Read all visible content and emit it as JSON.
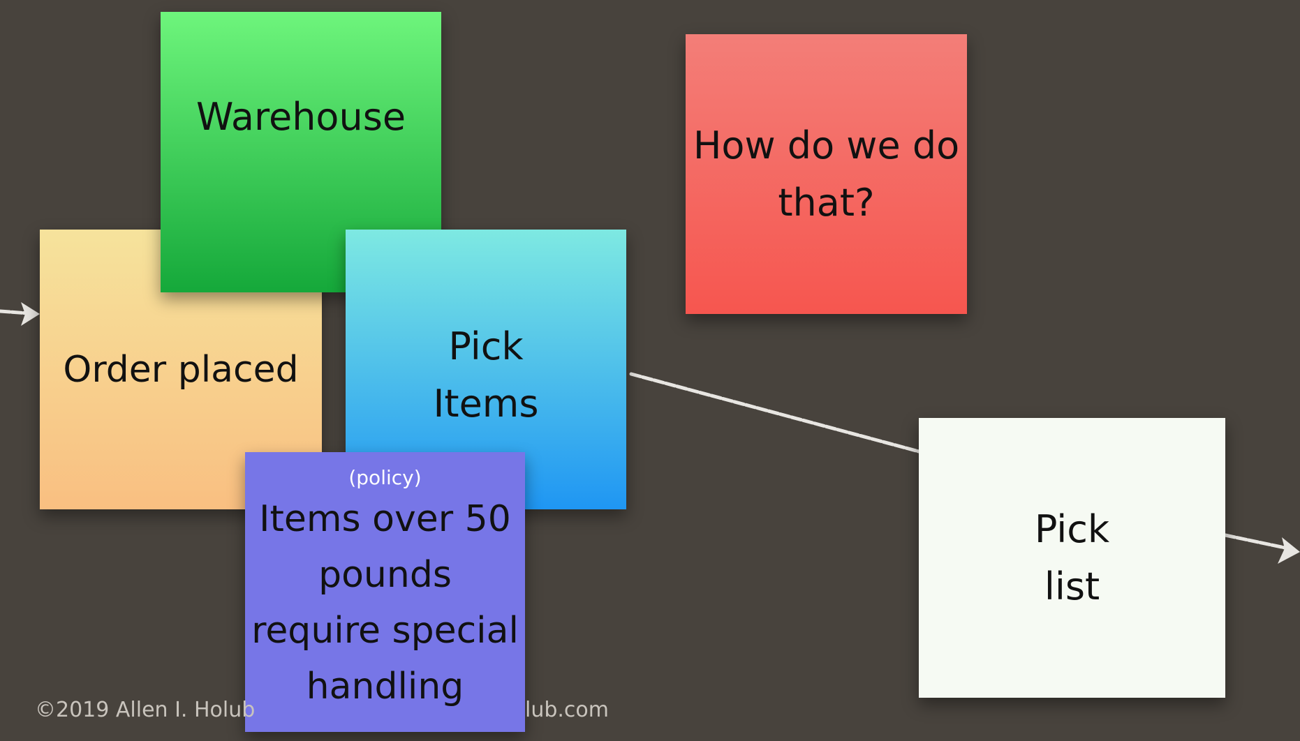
{
  "colors": {
    "background": "#48433d",
    "order_note": "#f8cf8c",
    "warehouse_note": "#3ccd57",
    "pick_items_note": "#4cbcf0",
    "question_note": "#f4645c",
    "policy_note": "#7776e7",
    "pick_list_note": "#f6faf3",
    "arrow": "#e8e6e2"
  },
  "notes": {
    "order_placed": "Order placed",
    "warehouse": "Warehouse",
    "pick_items": "Pick\nItems",
    "question": "How do we do\nthat?",
    "policy_tag": "(policy)",
    "policy_text": "Items over 50\npounds\nrequire special\nhandling",
    "pick_list": "Pick\nlist"
  },
  "footer": {
    "copyright_left": "©2019 Allen I. Holub",
    "copyright_right": "lub.com"
  }
}
